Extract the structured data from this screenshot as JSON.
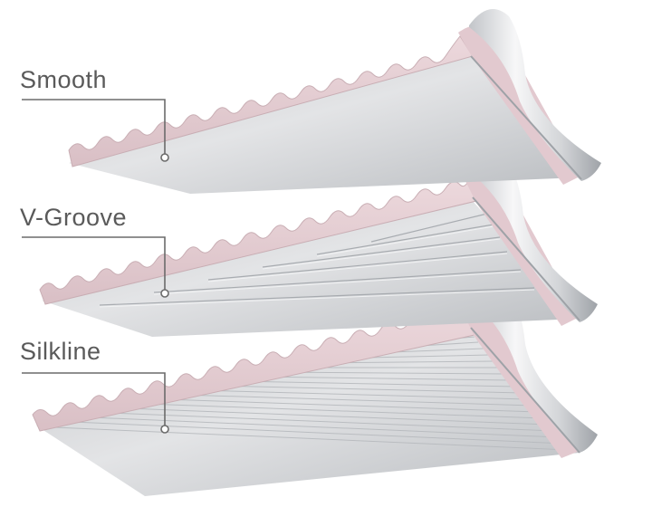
{
  "profiles": [
    {
      "id": "smooth",
      "label": "Smooth",
      "surface": "smooth"
    },
    {
      "id": "vgroove",
      "label": "V-Groove",
      "surface": "v-groove"
    },
    {
      "id": "silkline",
      "label": "Silkline",
      "surface": "silkline"
    }
  ],
  "colors": {
    "foam_core": "#e6cfd4",
    "foam_shadow": "#d2b7bd",
    "metal_face": "#d4d6d8",
    "metal_highlight": "#f2f3f4",
    "metal_shadow": "#a9acb0",
    "leader_line": "#6b6b6b",
    "label_text": "#5a5a5a"
  }
}
